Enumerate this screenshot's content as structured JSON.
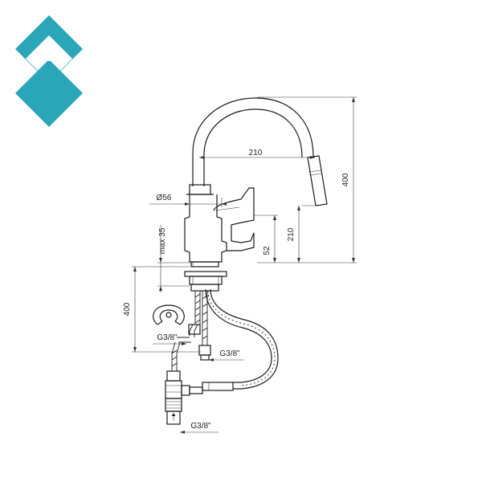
{
  "brand": {
    "logo_color": "#2aa6b8"
  },
  "dimensions": {
    "spout_reach": "210",
    "total_height": "400",
    "spout_height": "210",
    "lever_height": "52",
    "base_diameter": "Ø56",
    "max_thickness": "max 35",
    "hose_length": "400",
    "thread_left": "G3/8\"",
    "thread_right": "G3/8\"",
    "thread_bottom": "G3/8\""
  },
  "icons": {
    "logo": "diamond-chevron-logo-icon",
    "flow_arrow": "arrow-up-icon"
  }
}
